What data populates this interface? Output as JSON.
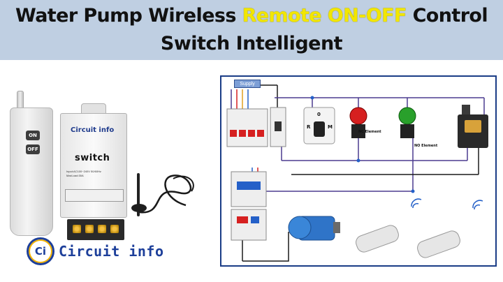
{
  "title": {
    "line1_before": "Water Pump Wireless ",
    "line1_highlight": "Remote ON-OFF",
    "line1_after": " Control",
    "line2": "Switch Intelligent"
  },
  "product": {
    "remote_buttons": [
      "ON",
      "OFF"
    ],
    "brand_small": "Circuit info",
    "switch_label": "switch",
    "spec_line1": "Input:AC100~240V 50/60Hz",
    "spec_line2": "MaxLoad:30A"
  },
  "brand": {
    "logo_text": "Ci",
    "name": "Circuit info"
  },
  "diagram": {
    "supply_label": "Supply",
    "selector_positions": [
      "R",
      "0",
      "M"
    ],
    "nc_label": "NC Element",
    "no_label": "NO Element"
  },
  "colors": {
    "banner_bg": "#bfcfe2",
    "highlight": "#f2e600",
    "brand_blue": "#1d3f9a",
    "diagram_border": "#1a3c86",
    "wire_purple": "#4b3b8f",
    "wire_red": "#d62020",
    "wire_blue": "#2460c8"
  }
}
